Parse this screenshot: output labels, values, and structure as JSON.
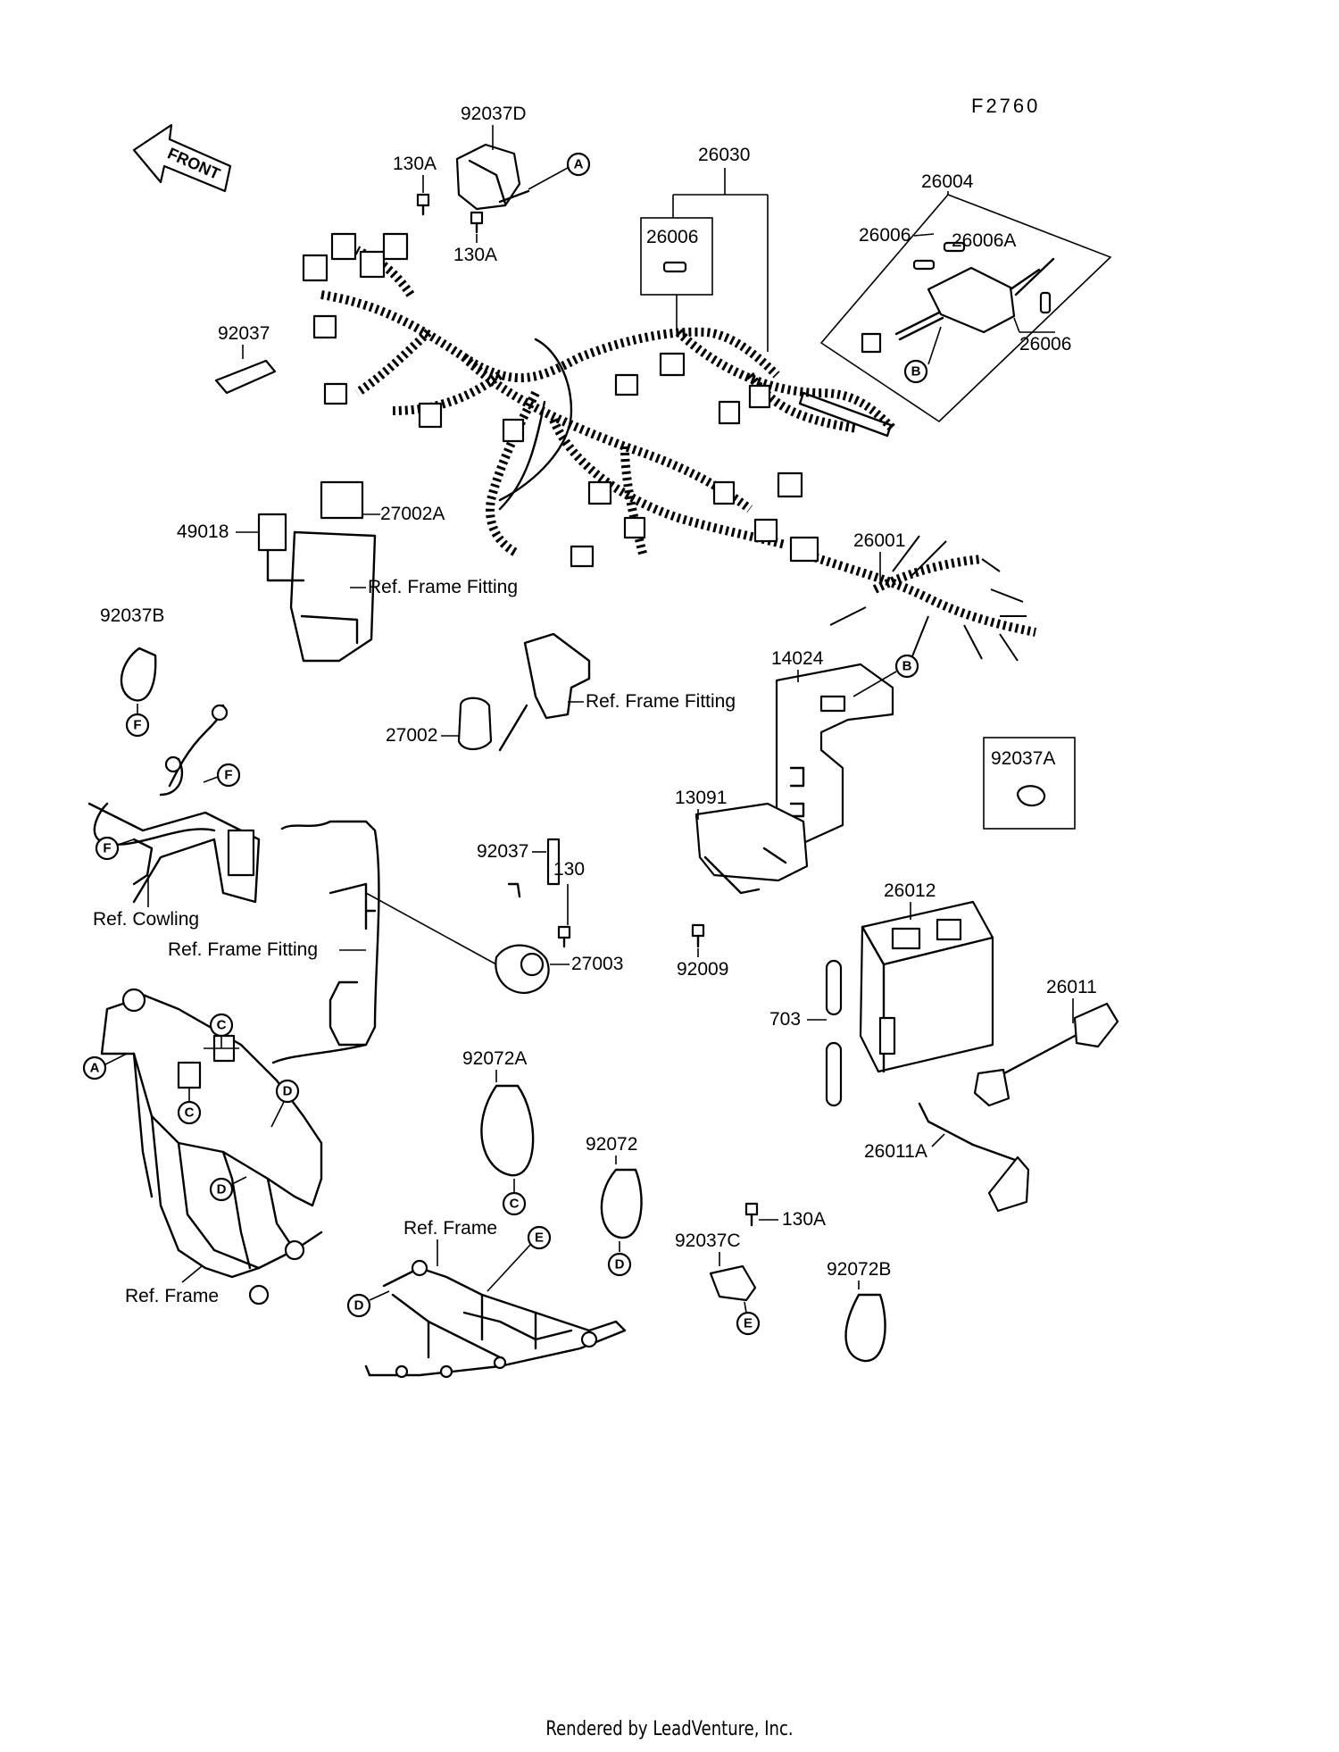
{
  "figure_code": "F2760",
  "front_label": "FRONT",
  "callouts": {
    "p130A_a": "130A",
    "p130A_b": "130A",
    "p130A_c": "130A",
    "p92037D": "92037D",
    "p26030": "26030",
    "p26006_box": "26006",
    "p26004": "26004",
    "p26006A": "26006A",
    "p26006_b": "26006",
    "p26006_c": "26006",
    "p92037_a": "92037",
    "p49018": "49018",
    "p27002A": "27002A",
    "ref_frame_fitting_a": "Ref. Frame Fitting",
    "p26001": "26001",
    "p92037B": "92037B",
    "p14024": "14024",
    "p27002": "27002",
    "ref_frame_fitting_b": "Ref. Frame Fitting",
    "p92037A": "92037A",
    "p13091": "13091",
    "p92037_b": "92037",
    "p130": "130",
    "p26012": "26012",
    "ref_cowling": "Ref. Cowling",
    "ref_frame_fitting_c": "Ref. Frame Fitting",
    "p27003": "27003",
    "p92009": "92009",
    "p26011": "26011",
    "p703": "703",
    "p92072A": "92072A",
    "p92072": "92072",
    "p26011A": "26011A",
    "ref_frame_a": "Ref. Frame",
    "p92037C": "92037C",
    "p92072B": "92072B",
    "ref_frame_b": "Ref. Frame"
  },
  "reference_letters": {
    "A1": "A",
    "A2": "A",
    "B1": "B",
    "B2": "B",
    "C1": "C",
    "C2": "C",
    "C3": "C",
    "D1": "D",
    "D2": "D",
    "D3": "D",
    "D4": "D",
    "E1": "E",
    "E2": "E",
    "F1": "F",
    "F2": "F",
    "F3": "F"
  },
  "footer": "Rendered by LeadVenture, Inc."
}
